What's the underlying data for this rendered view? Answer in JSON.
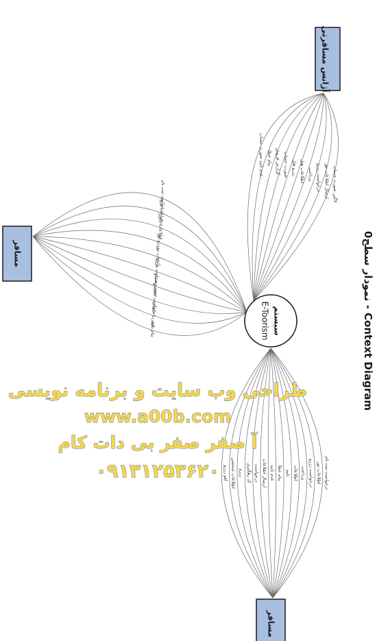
{
  "title": "نمودار سطح0 - Context Diagram",
  "process": {
    "title": "سیستم",
    "subtitle": "E-Toorism"
  },
  "entities": [
    {
      "id": "agency",
      "label": "آژانس مسافرتی"
    },
    {
      "id": "traveler_left",
      "label": "مسافر"
    },
    {
      "id": "traveler_bottom",
      "label": "مسافر"
    }
  ],
  "flows": {
    "agency": [
      "لاگین صورت حساب",
      "ارسال اطلاعات تور",
      "درخواست رزرو",
      "پرداخت",
      "اطلاعات هتل",
      "رزرو هتل",
      "صورت حساب",
      "گزارش فروش",
      "پیام خطا",
      "عدم تایید صورت حساب"
    ],
    "traveler_left": [
      "درخواست ثبت نام",
      "درخواست ورود",
      "اطلاعات کاربر",
      "رزرو تور",
      "انتخاب تور",
      "پرداخت هزینه",
      "نتیجه جستجو",
      "درخواست جستجو",
      "صورت حساب",
      "پیام تایید"
    ],
    "traveler_bottom": [
      "درخواست ثبت نام",
      "اطلاعات تور",
      "درخواست رزرو",
      "پرداخت",
      "اطلاعات",
      "تایید",
      "پیام خطا",
      "عدم تایید",
      "ارسال اطلاعات",
      "درخواست",
      "کد رهگیری",
      "رزرو",
      "اطلاعات شخصی",
      "لغو رزرو"
    ]
  },
  "watermark": {
    "line1": "طراحی وب سایت و برنامه نویسی",
    "line2": "www.a00b.com",
    "line3": "آ صفر صفر بی دات کام",
    "line4": "۰۹۱۳۱۲۵۳۶۲۰"
  }
}
